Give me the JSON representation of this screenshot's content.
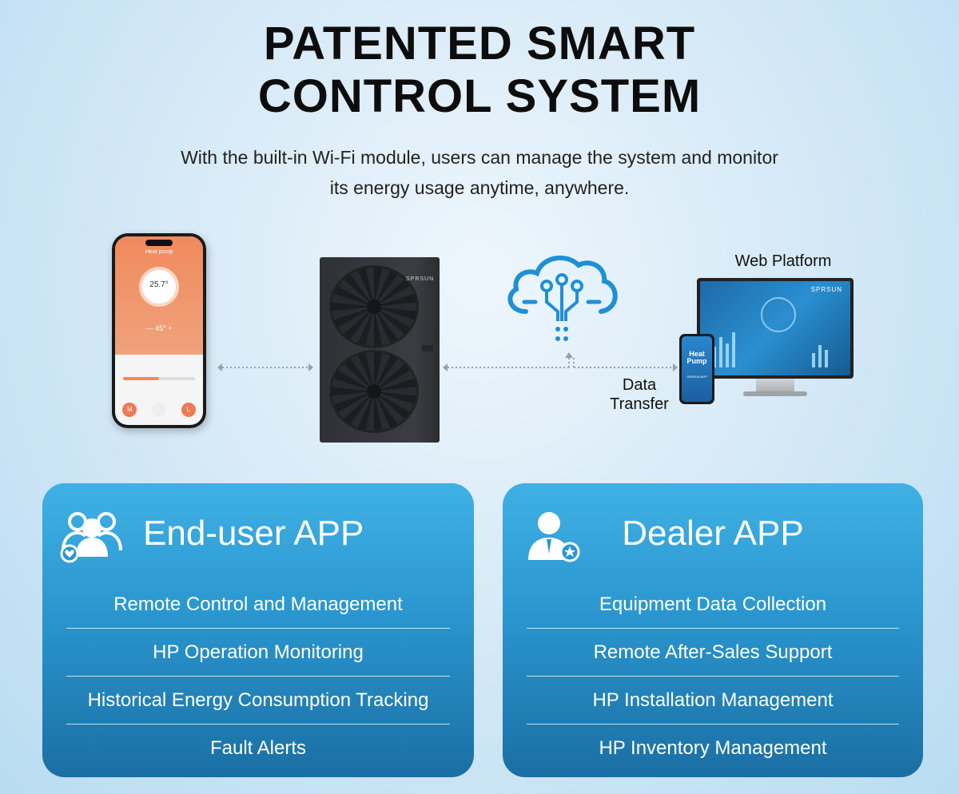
{
  "header": {
    "title_line1": "PATENTED SMART",
    "title_line2": "CONTROL SYSTEM",
    "subtitle_line1": "With the built-in Wi-Fi module, users can manage the system and monitor",
    "subtitle_line2": "its energy usage anytime, anywhere."
  },
  "diagram": {
    "phone": {
      "header": "Heat pump",
      "temperature": "25.7°",
      "set_temperature": "45°",
      "buttons": [
        "M",
        "",
        "L"
      ]
    },
    "heat_pump_logo": "SPRSUN",
    "web_platform_label": "Web Platform",
    "monitor_logo": "SPRSUN",
    "tablet_title_line1": "Heat",
    "tablet_title_line2": "Pump",
    "tablet_sub": "SPRSUN APP",
    "data_transfer_line1": "Data",
    "data_transfer_line2": "Transfer",
    "colors": {
      "phone_accent": "#ef8a5c",
      "cloud_stroke": "#1f8fd6",
      "connector": "#9aa0a6"
    }
  },
  "cards": [
    {
      "title": "End-user APP",
      "icon": "users-heart-icon",
      "items": [
        "Remote Control and Management",
        "HP Operation Monitoring",
        "Historical Energy Consumption Tracking",
        "Fault Alerts"
      ]
    },
    {
      "title": "Dealer APP",
      "icon": "dealer-star-icon",
      "items": [
        "Equipment Data Collection",
        "Remote After-Sales Support",
        "HP Installation Management",
        "HP Inventory Management"
      ]
    }
  ],
  "theme": {
    "card_gradient_top": "#3fb1e4",
    "card_gradient_bottom": "#1a6fa3"
  }
}
